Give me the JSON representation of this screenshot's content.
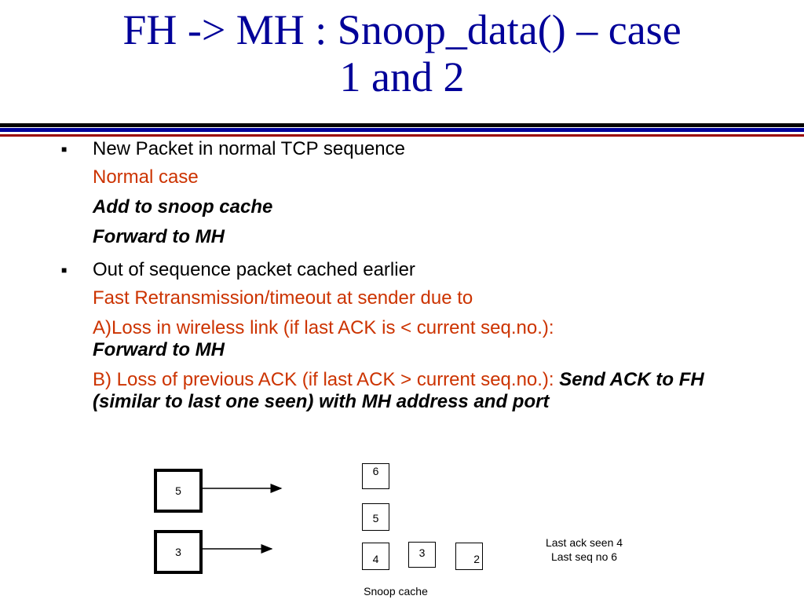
{
  "title": {
    "line1": "FH -> MH : Snoop_data() – case",
    "line2": "1 and 2"
  },
  "rule_colors": [
    "#000000",
    "#000099",
    "#990000"
  ],
  "bullets": [
    {
      "text": "New Packet in normal TCP sequence",
      "subs": {
        "s1": "Normal case",
        "s2": "Add to snoop cache",
        "s3": "Forward to MH"
      }
    },
    {
      "text": "Out of sequence packet cached earlier",
      "subs": {
        "s1": "Fast Retransmission/timeout at sender due to",
        "s2_red": "A)Loss in wireless link (if last ACK is < current  seq.no.):",
        "s2_bold": "Forward to MH",
        "s3_red": "B) Loss of previous ACK (if last ACK > current seq.no.): ",
        "s3_bold": "Send ACK to FH (similar to last one seen) with MH address and port"
      }
    }
  ],
  "diagram": {
    "incoming": [
      "5",
      "3"
    ],
    "cache_stack": [
      "6",
      "5",
      "4"
    ],
    "cache_row": [
      "3",
      "2"
    ],
    "cache_label": "Snoop cache",
    "status_line1": "Last ack seen 4",
    "status_line2": "Last seq no 6"
  }
}
